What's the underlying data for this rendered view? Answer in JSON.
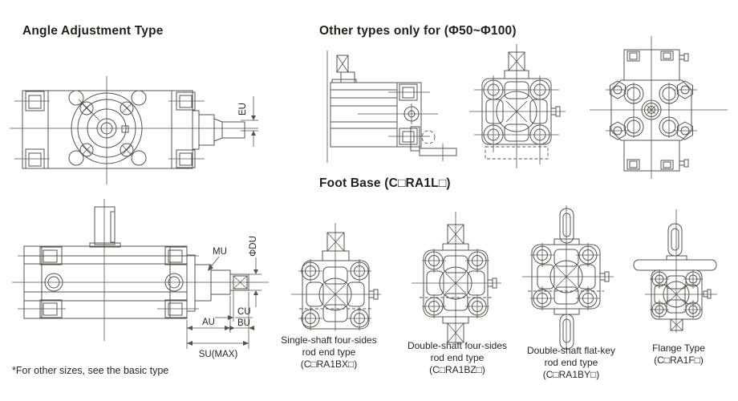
{
  "page": {
    "background": "#ffffff",
    "line_color": "#57524b",
    "text_color": "#241f1b"
  },
  "sections": {
    "angle_adjustment": {
      "title": "Angle Adjustment Type",
      "dim_eu": "EU"
    },
    "other_types": {
      "title": "Other types only for (Φ50~Φ100)"
    },
    "foot_base": {
      "title": "Foot Base (C□RA1L□)",
      "dims": {
        "mu": "MU",
        "du": "ΦDU",
        "cu": "CU",
        "bu": "BU",
        "au": "AU",
        "su": "SU(MAX)"
      },
      "note": "*For other sizes, see the basic type",
      "variants": [
        {
          "l1": "Single-shaft four-sides",
          "l2": "rod end type",
          "l3": "(C□RA1BX□)"
        },
        {
          "l1": "Double-shaft four-sides",
          "l2": "rod end type",
          "l3": "(C□RA1BZ□)"
        },
        {
          "l1": "Double-shaft flat-key",
          "l2": "rod end type",
          "l3": "(C□RA1BY□)"
        },
        {
          "l1": "Flange Type",
          "l2": "(C□RA1F□)"
        }
      ]
    }
  }
}
